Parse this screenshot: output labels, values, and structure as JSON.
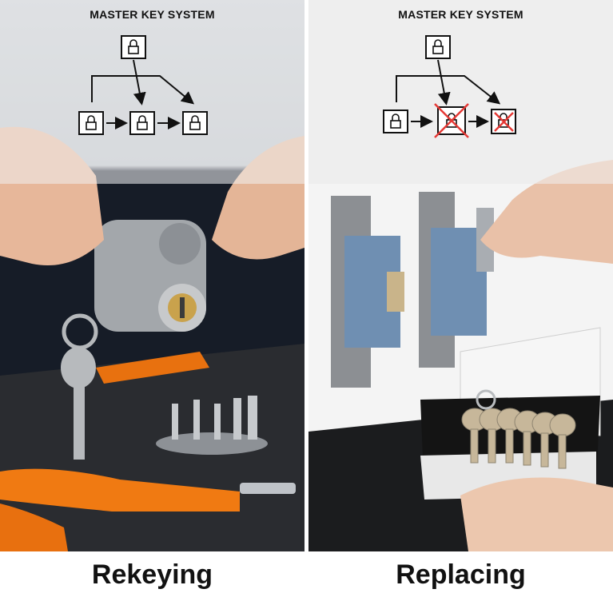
{
  "left": {
    "diagram_title": "MASTER KEY SYSTEM",
    "caption": "Rekeying"
  },
  "right": {
    "diagram_title": "MASTER KEY SYSTEM",
    "caption": "Replacing"
  },
  "icons": {
    "lock": "padlock-icon",
    "crossed_lock": "crossed-out-padlock-icon"
  },
  "colors": {
    "cross": "#e53935",
    "diagram_stroke": "#111111"
  }
}
